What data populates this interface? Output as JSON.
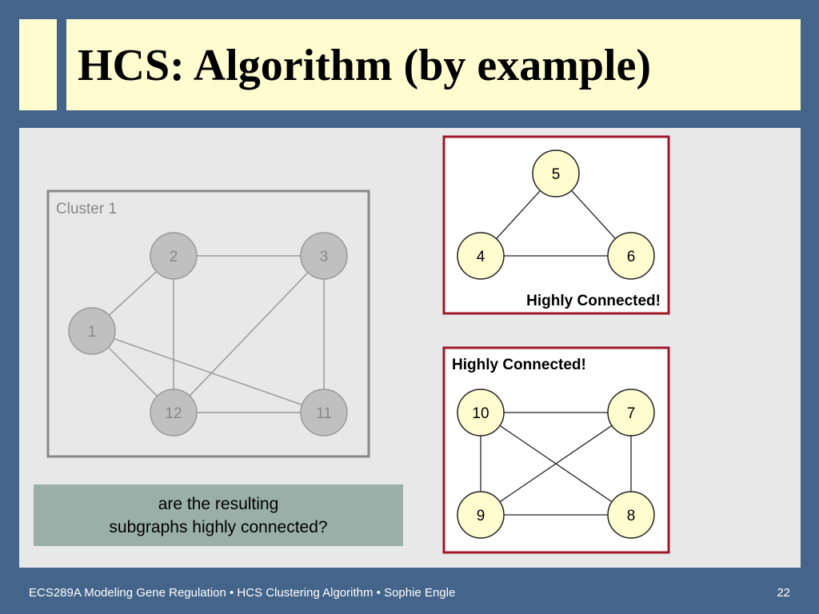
{
  "slide": {
    "title": "HCS: Algorithm (by example)",
    "question_line1": "are the resulting",
    "question_line2": "subgraphs highly connected?",
    "footer": "ECS289A Modeling Gene Regulation • HCS Clustering Algorithm • Sophie Engle",
    "page_number": "22"
  },
  "colors": {
    "background": "#44648a",
    "title_fill": "#fffdd0",
    "panel": "#e8e8e8",
    "cluster_node_fill": "#c0c0c0",
    "cluster_node_stroke": "#999999",
    "cluster_text": "#888888",
    "sub_node_fill": "#fffdd0",
    "sub_frame_stroke": "#a0172a",
    "question_fill": "#9aafa8"
  },
  "cluster": {
    "label": "Cluster 1",
    "nodes": [
      "1",
      "2",
      "3",
      "11",
      "12"
    ],
    "edges": [
      [
        "1",
        "2"
      ],
      [
        "1",
        "12"
      ],
      [
        "1",
        "11"
      ],
      [
        "2",
        "3"
      ],
      [
        "2",
        "12"
      ],
      [
        "3",
        "12"
      ],
      [
        "3",
        "11"
      ],
      [
        "12",
        "11"
      ]
    ]
  },
  "subgraph_a": {
    "label": "Highly Connected!",
    "nodes": [
      "5",
      "4",
      "6"
    ],
    "edges": [
      [
        "5",
        "4"
      ],
      [
        "5",
        "6"
      ],
      [
        "4",
        "6"
      ]
    ]
  },
  "subgraph_b": {
    "label": "Highly Connected!",
    "nodes": [
      "10",
      "7",
      "9",
      "8"
    ],
    "edges": [
      [
        "10",
        "7"
      ],
      [
        "10",
        "9"
      ],
      [
        "10",
        "8"
      ],
      [
        "7",
        "9"
      ],
      [
        "7",
        "8"
      ],
      [
        "9",
        "8"
      ]
    ]
  }
}
